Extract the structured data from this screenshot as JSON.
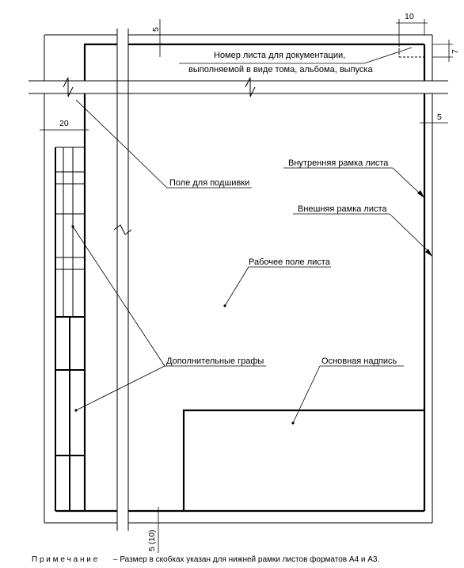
{
  "labels": {
    "sheet_number_line1": "Номер листа  для  документации,",
    "sheet_number_line2": "выполняемой в виде тома, альбома, выпуска",
    "binding_field": "Поле для подшивки",
    "inner_frame": "Внутренняя рамка листа",
    "outer_frame": "Внешняя рамка листа",
    "work_area": "Рабочее поле листа",
    "extra_columns": "Дополнительные графы",
    "title_block": "Основная надпись"
  },
  "dimensions": {
    "top_box_width": "10",
    "top_margin": "5",
    "top_box_height": "7",
    "right_margin": "5",
    "left_strip_width": "20",
    "bottom_margin": "5 (10)"
  },
  "note": {
    "prefix": "П р и м е ч а н и е",
    "text": "–  Размер в скобках указан для нижней рамки листов форматов А4 и А3."
  }
}
